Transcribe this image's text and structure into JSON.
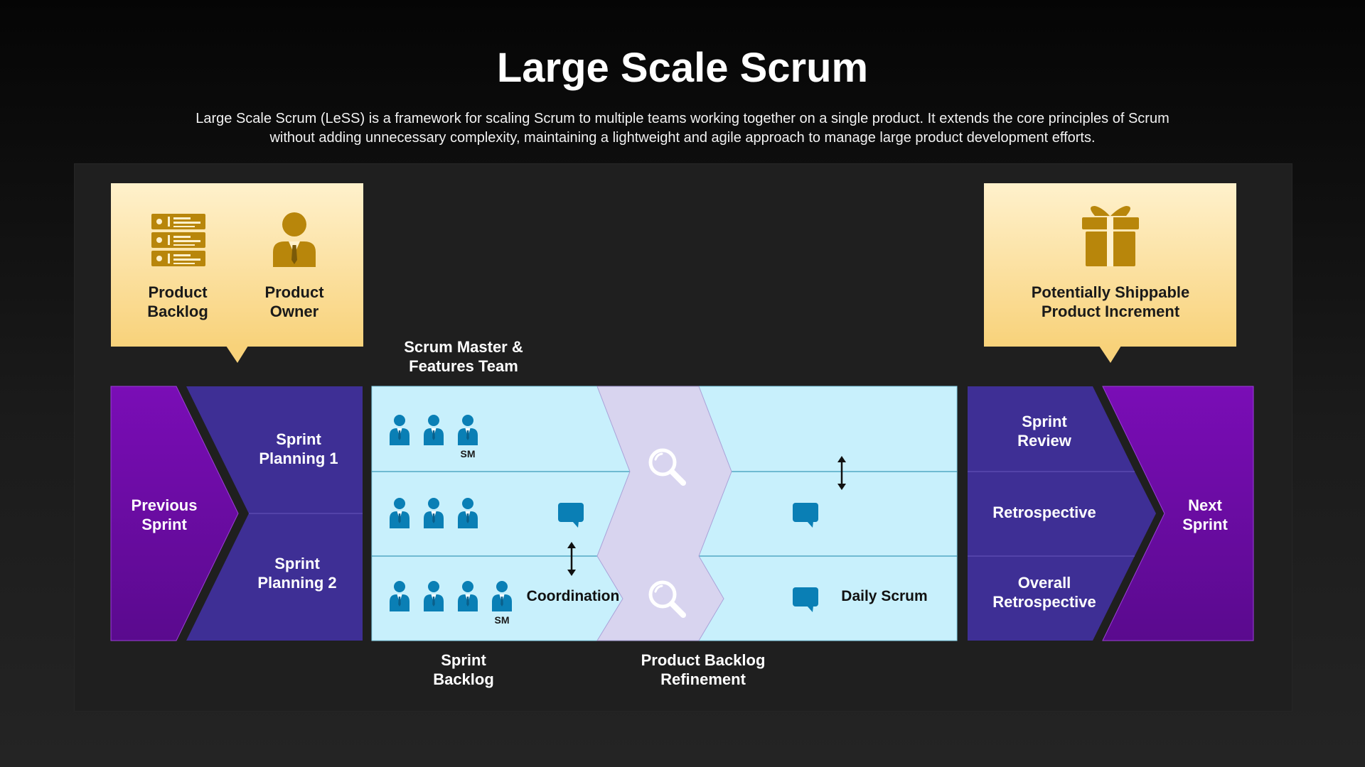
{
  "header": {
    "title": "Large Scale Scrum",
    "description": "Large Scale Scrum (LeSS) is a framework for scaling Scrum to multiple teams working together on a single product. It extends the core principles of Scrum without adding unnecessary complexity, maintaining a lightweight and agile approach to manage large product development efforts."
  },
  "inputs": {
    "product_backlog": "Product Backlog",
    "product_owner": "Product Owner",
    "output": "Potentially Shippable Product Increment"
  },
  "flow": {
    "previous_sprint": "Previous Sprint",
    "sprint_planning_1": "Sprint Planning 1",
    "sprint_planning_2": "Sprint Planning 2",
    "sprint_review": "Sprint Review",
    "retrospective": "Retrospective",
    "overall_retrospective": "Overall Retrospective",
    "next_sprint": "Next Sprint"
  },
  "teams": {
    "heading": "Scrum Master & Features Team",
    "sm_tag": "SM",
    "coordination": "Coordination",
    "daily_scrum": "Daily Scrum",
    "sprint_backlog": "Sprint Backlog",
    "refinement": "Product Backlog Refinement"
  },
  "colors": {
    "gold_light": "#FFF1CC",
    "gold_dark": "#F8D27A",
    "gold_icon": "#B8860B",
    "purple": "#6E0CA8",
    "indigo": "#3E2F95",
    "light_blue": "#C8F0FC",
    "lavender": "#D8D4EF",
    "teal_icon": "#0A7FB5"
  },
  "icons": [
    "document-list-icon",
    "person-tie-icon",
    "gift-icon",
    "team-member-icon",
    "chat-icon",
    "magnifier-icon",
    "double-arrow-icon"
  ]
}
